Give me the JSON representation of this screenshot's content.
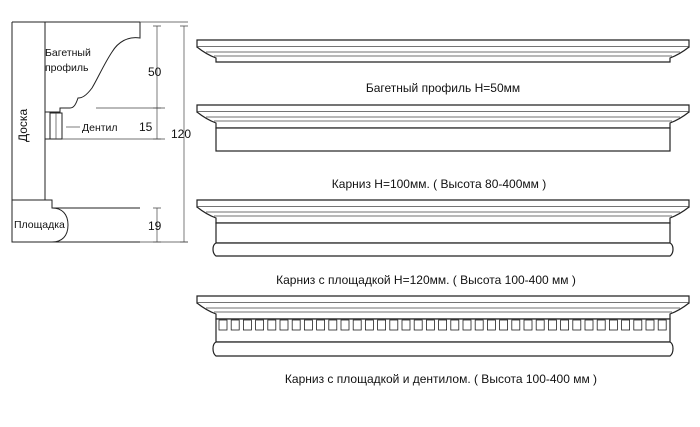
{
  "profile_section": {
    "board_label": "Доска",
    "baguette_label_line1": "Багетный",
    "baguette_label_line2": "профиль",
    "dentil_label": "Дентил",
    "platform_label": "Площадка",
    "dim_50": "50",
    "dim_15": "15",
    "dim_19": "19",
    "dim_120": "120"
  },
  "cornices": [
    {
      "caption": "Багетный профиль H=50мм"
    },
    {
      "caption": "Карниз H=100мм. ( Высота 80-400мм )"
    },
    {
      "caption": "Карниз с площадкой H=120мм. ( Высота 100-400 мм )"
    },
    {
      "caption": "Карниз с площадкой и дентилом. ( Высота 100-400 мм )"
    }
  ]
}
